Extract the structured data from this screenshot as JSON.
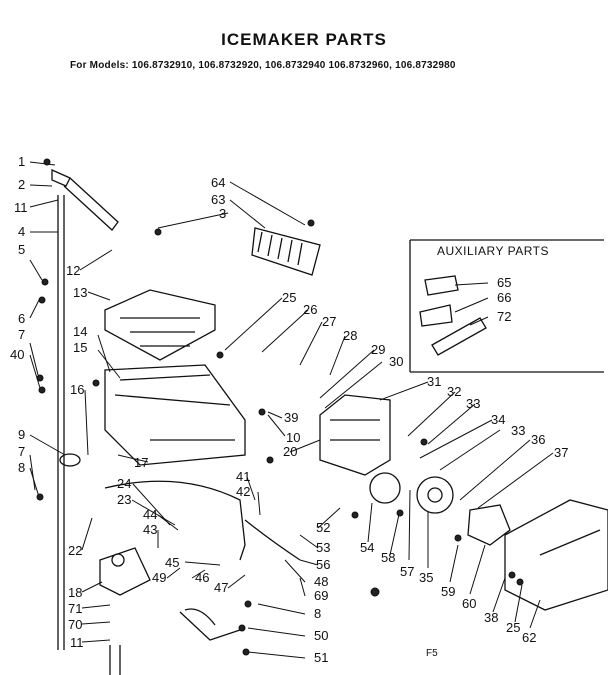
{
  "title": "ICEMAKER PARTS",
  "models": "For Models: 106.8732910, 106.8732920, 106.8732940 106.8732960, 106.8732980",
  "auxiliary_title": "AUXILIARY PARTS",
  "footer_code": "F5",
  "labels": [
    "1",
    "2",
    "11",
    "4",
    "5",
    "6",
    "7",
    "40",
    "9",
    "7",
    "8",
    "12",
    "13",
    "14",
    "15",
    "16",
    "17",
    "22",
    "18",
    "71",
    "70",
    "11",
    "64",
    "63",
    "3",
    "25",
    "26",
    "27",
    "28",
    "29",
    "30",
    "39",
    "10",
    "31",
    "32",
    "33",
    "34",
    "33",
    "36",
    "37",
    "65",
    "66",
    "72",
    "24",
    "23",
    "44",
    "43",
    "41",
    "42",
    "20",
    "45",
    "49",
    "46",
    "47",
    "48",
    "69",
    "8",
    "50",
    "51",
    "52",
    "53",
    "56",
    "54",
    "58",
    "57",
    "35",
    "59",
    "60",
    "38",
    "25",
    "62"
  ]
}
